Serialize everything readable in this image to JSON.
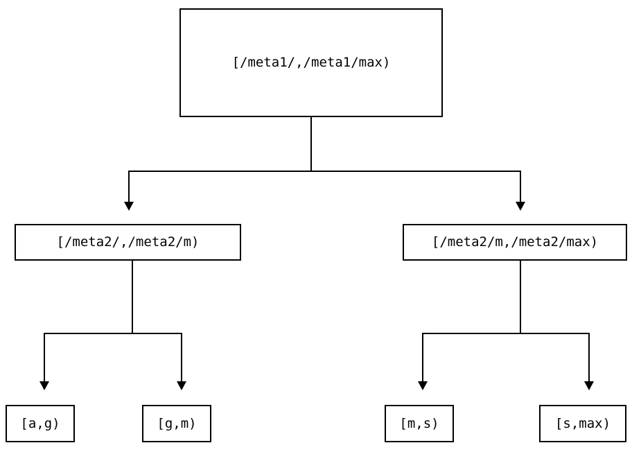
{
  "diagram": {
    "type": "tree-diagram",
    "title": "",
    "background_color": "#ffffff",
    "line_color": "#000000",
    "node_fill": "#ffffff",
    "nodes": {
      "root": {
        "label": "[/meta1/,/meta1/max)"
      },
      "mid_left": {
        "label": "[/meta2/,/meta2/m)"
      },
      "mid_right": {
        "label": "[/meta2/m,/meta2/max)"
      },
      "leaf_1": {
        "label": "[a,g)"
      },
      "leaf_2": {
        "label": "[g,m)"
      },
      "leaf_3": {
        "label": "[m,s)"
      },
      "leaf_4": {
        "label": "[s,max)"
      }
    },
    "edges": [
      {
        "from": "root",
        "to": "mid_left"
      },
      {
        "from": "root",
        "to": "mid_right"
      },
      {
        "from": "mid_left",
        "to": "leaf_1"
      },
      {
        "from": "mid_left",
        "to": "leaf_2"
      },
      {
        "from": "mid_right",
        "to": "leaf_3"
      },
      {
        "from": "mid_right",
        "to": "leaf_4"
      }
    ]
  }
}
